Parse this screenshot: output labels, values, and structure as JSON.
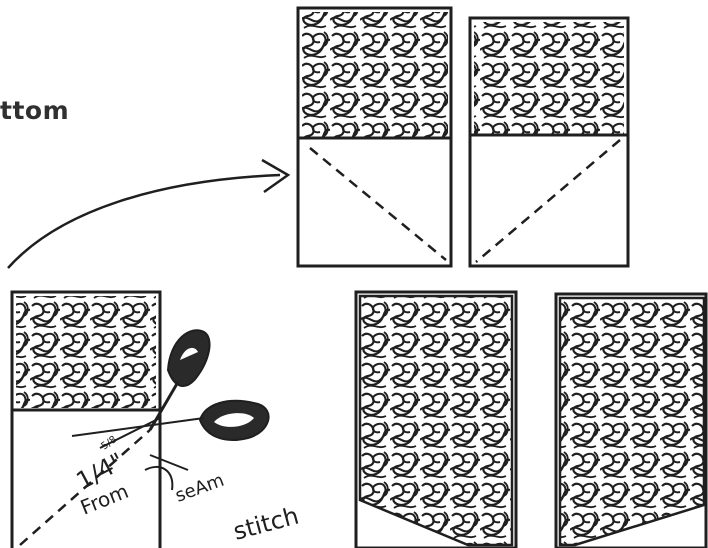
{
  "colors": {
    "ink": "#1f1f1f",
    "paper": "#ffffff",
    "fill": "#777777"
  },
  "heading_fragment": "ttom",
  "annotations": {
    "quarter_inch": "1/4\"",
    "from": "From",
    "seam": "seAm",
    "stitch": "stitch",
    "small_mark": "5/8"
  },
  "panels": [
    {
      "id": "top-left-block",
      "description_shown": "scribbled top half, dashed diagonal bottom half"
    },
    {
      "id": "top-right-block",
      "description_shown": "scribbled top half, dashed diagonal bottom half"
    },
    {
      "id": "bottom-left-block",
      "description_shown": "scribbled top half, dashed diagonal with scissors"
    },
    {
      "id": "bottom-middle-block",
      "description_shown": "trimmed triangle filled"
    },
    {
      "id": "bottom-right-block",
      "description_shown": "trimmed triangle filled"
    }
  ]
}
